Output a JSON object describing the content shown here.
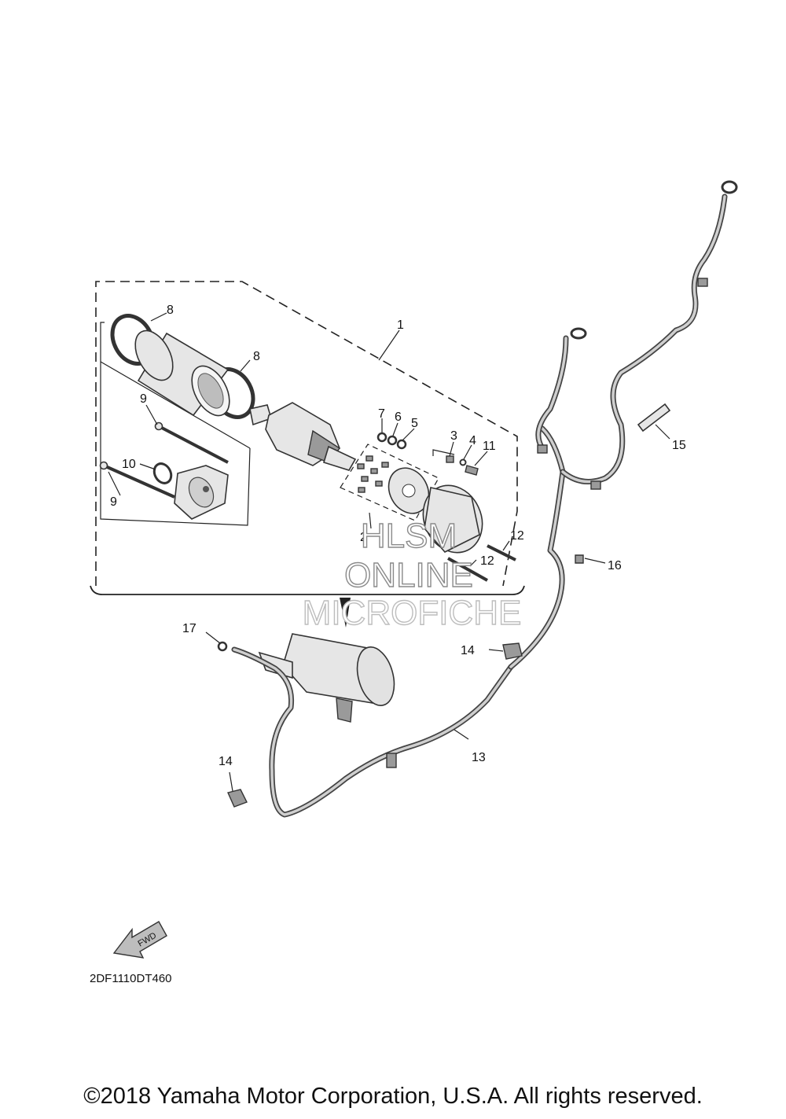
{
  "diagram": {
    "callouts": [
      "1",
      "2",
      "3",
      "4",
      "5",
      "6",
      "7",
      "8",
      "8",
      "9",
      "9",
      "10",
      "11",
      "12",
      "12",
      "13",
      "14",
      "14",
      "15",
      "16",
      "17"
    ],
    "fwd_label": "FWD",
    "code": "2DF1110DT460"
  },
  "watermark": {
    "line1": "HLSM",
    "line2": "ONLINE",
    "line3": "MICROFICHE"
  },
  "footer": {
    "copyright": "©2018 Yamaha Motor Corporation, U.S.A. All rights reserved."
  }
}
